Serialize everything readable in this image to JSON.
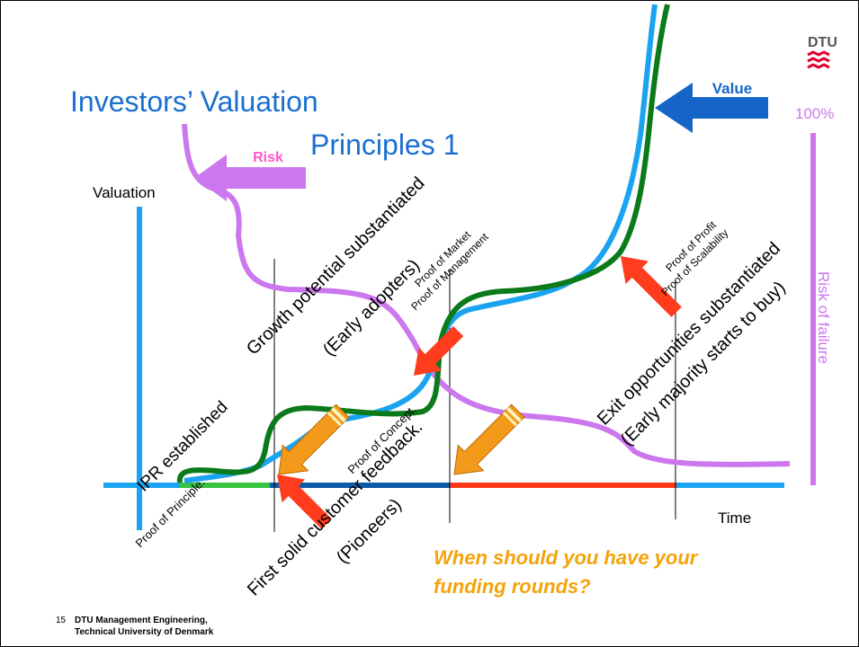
{
  "slide": {
    "title_line1": "Investors’ Valuation",
    "title_line2": "Principles 1",
    "question": "When should you have your",
    "question_line2": "funding rounds?",
    "page_number": "15",
    "footer_line1": "DTU Management Engineering,",
    "footer_line2": "Technical University of Denmark"
  },
  "logo": {
    "text": "DTU"
  },
  "axes": {
    "y_label": "Valuation",
    "x_label": "Time",
    "risk_label": "Risk of failure",
    "risk_max_label": "100%"
  },
  "arrows": {
    "risk": "Risk",
    "value": "Value"
  },
  "annotations": {
    "ipr": "IPR established",
    "proof_principle": "Proof of Principle.",
    "proof_concept": "Proof of Concept.",
    "first_feedback": "First solid customer feedback.",
    "pioneers": "(Pioneers)",
    "growth": "Growth potential substantiated",
    "early_adopters": "(Early adopters)",
    "proof_market": "Proof of Market",
    "proof_management": "Proof of Management",
    "proof_profit": "Proof of Profit",
    "proof_scalability": "Proof of Scalability",
    "exit": "Exit opportunities substantiated",
    "early_majority": "(Early majority starts to buy)"
  },
  "colors": {
    "title": "#1a6fd0",
    "axis_blue": "#1aa3f0",
    "risk_purple": "#cc77ee",
    "value_green": "#0b7a1a",
    "value_arrow": "#1565c8",
    "red_arrow": "#ff3d1e",
    "question": "#f4a30a",
    "bar_green": "#37c43f",
    "bar_navy": "#0d5aa6",
    "bar_red": "#ff3a1a",
    "pencil": "#f49a1a"
  }
}
